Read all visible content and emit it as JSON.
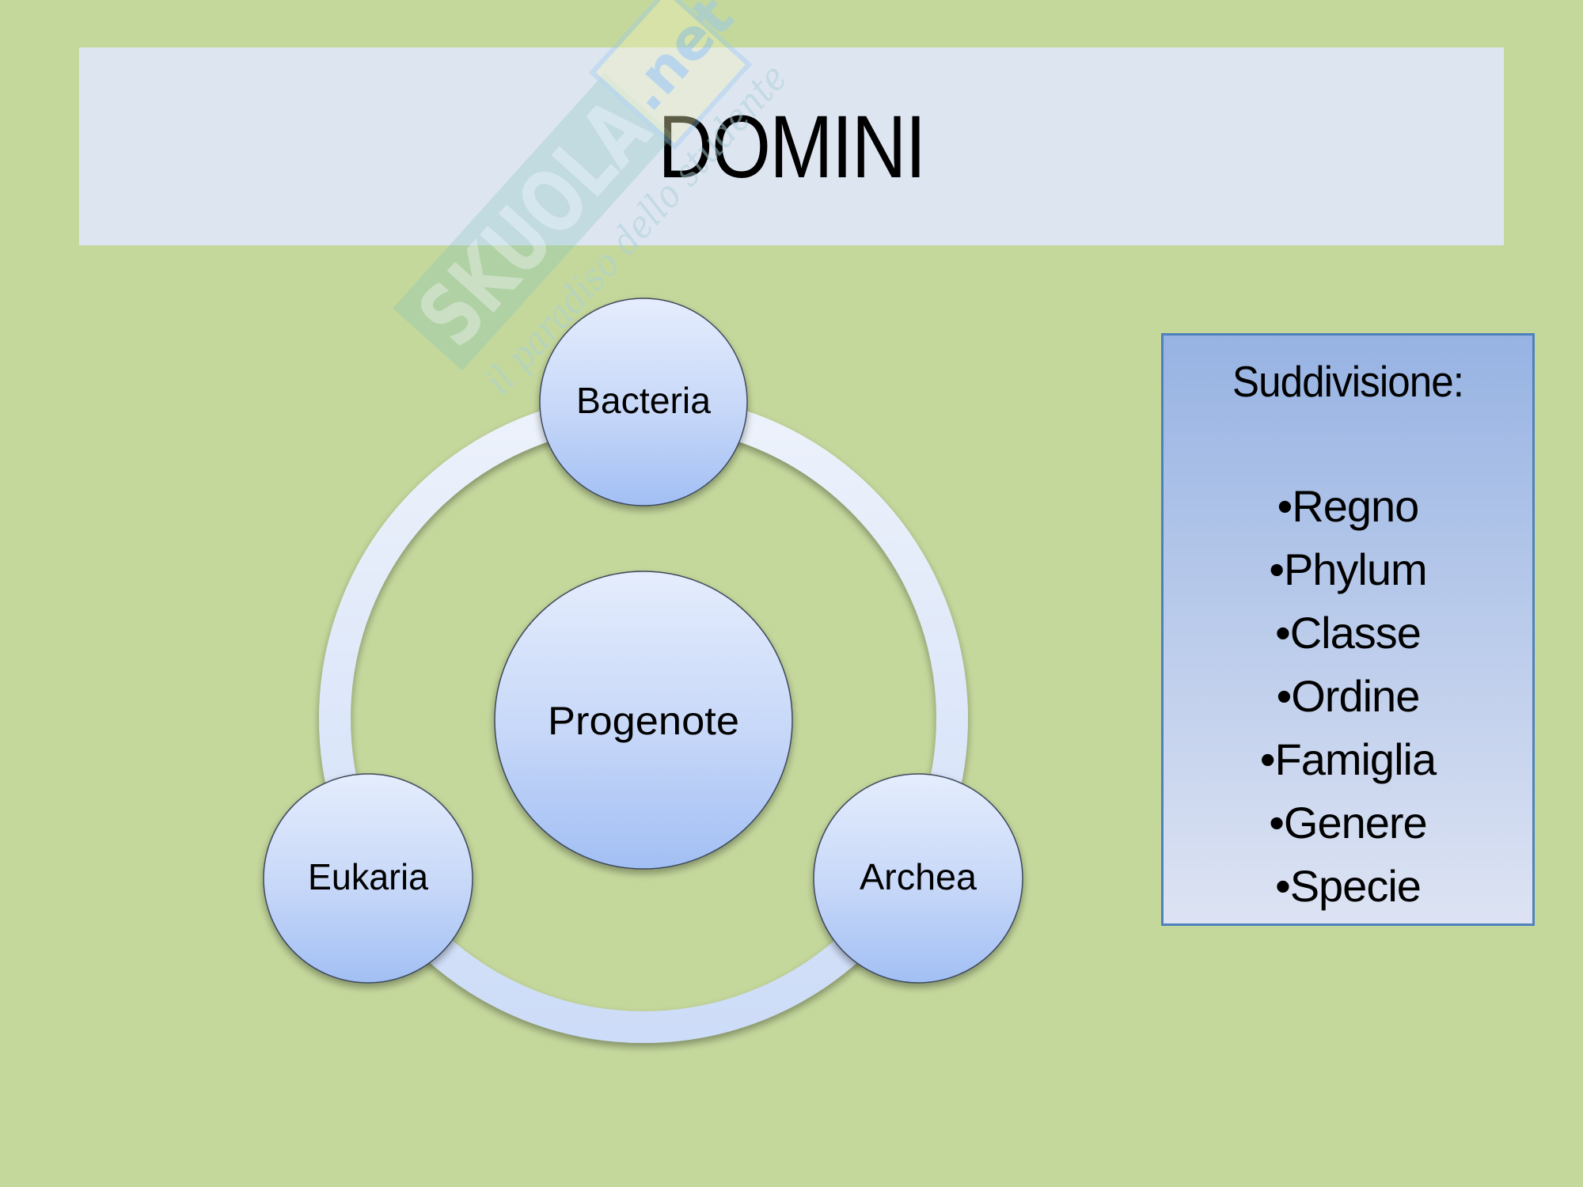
{
  "slide": {
    "title": "DOMINI",
    "background_color": "#c5d89c",
    "title_bar_color": "#dde5f1"
  },
  "diagram": {
    "center_node": {
      "label": "Progenote"
    },
    "outer_nodes": [
      {
        "label": "Bacteria",
        "position": "top"
      },
      {
        "label": "Eukaria",
        "position": "bottom-left"
      },
      {
        "label": "Archea",
        "position": "bottom-right"
      }
    ],
    "node_gradient": {
      "top": "#e4ecfd",
      "bottom": "#a4c0f4"
    },
    "ring_color": "#dbe5f8"
  },
  "subdivision": {
    "heading": "Suddivisione:",
    "bullet": "•",
    "items": [
      "Regno",
      "Phylum",
      "Classe",
      "Ordine",
      "Famiglia",
      "Genere",
      "Specie"
    ],
    "border_color": "#4f81bd"
  },
  "watermark": {
    "brand": "SKUOLA",
    "tld": ".net",
    "tagline": "il paradiso dello studente"
  }
}
